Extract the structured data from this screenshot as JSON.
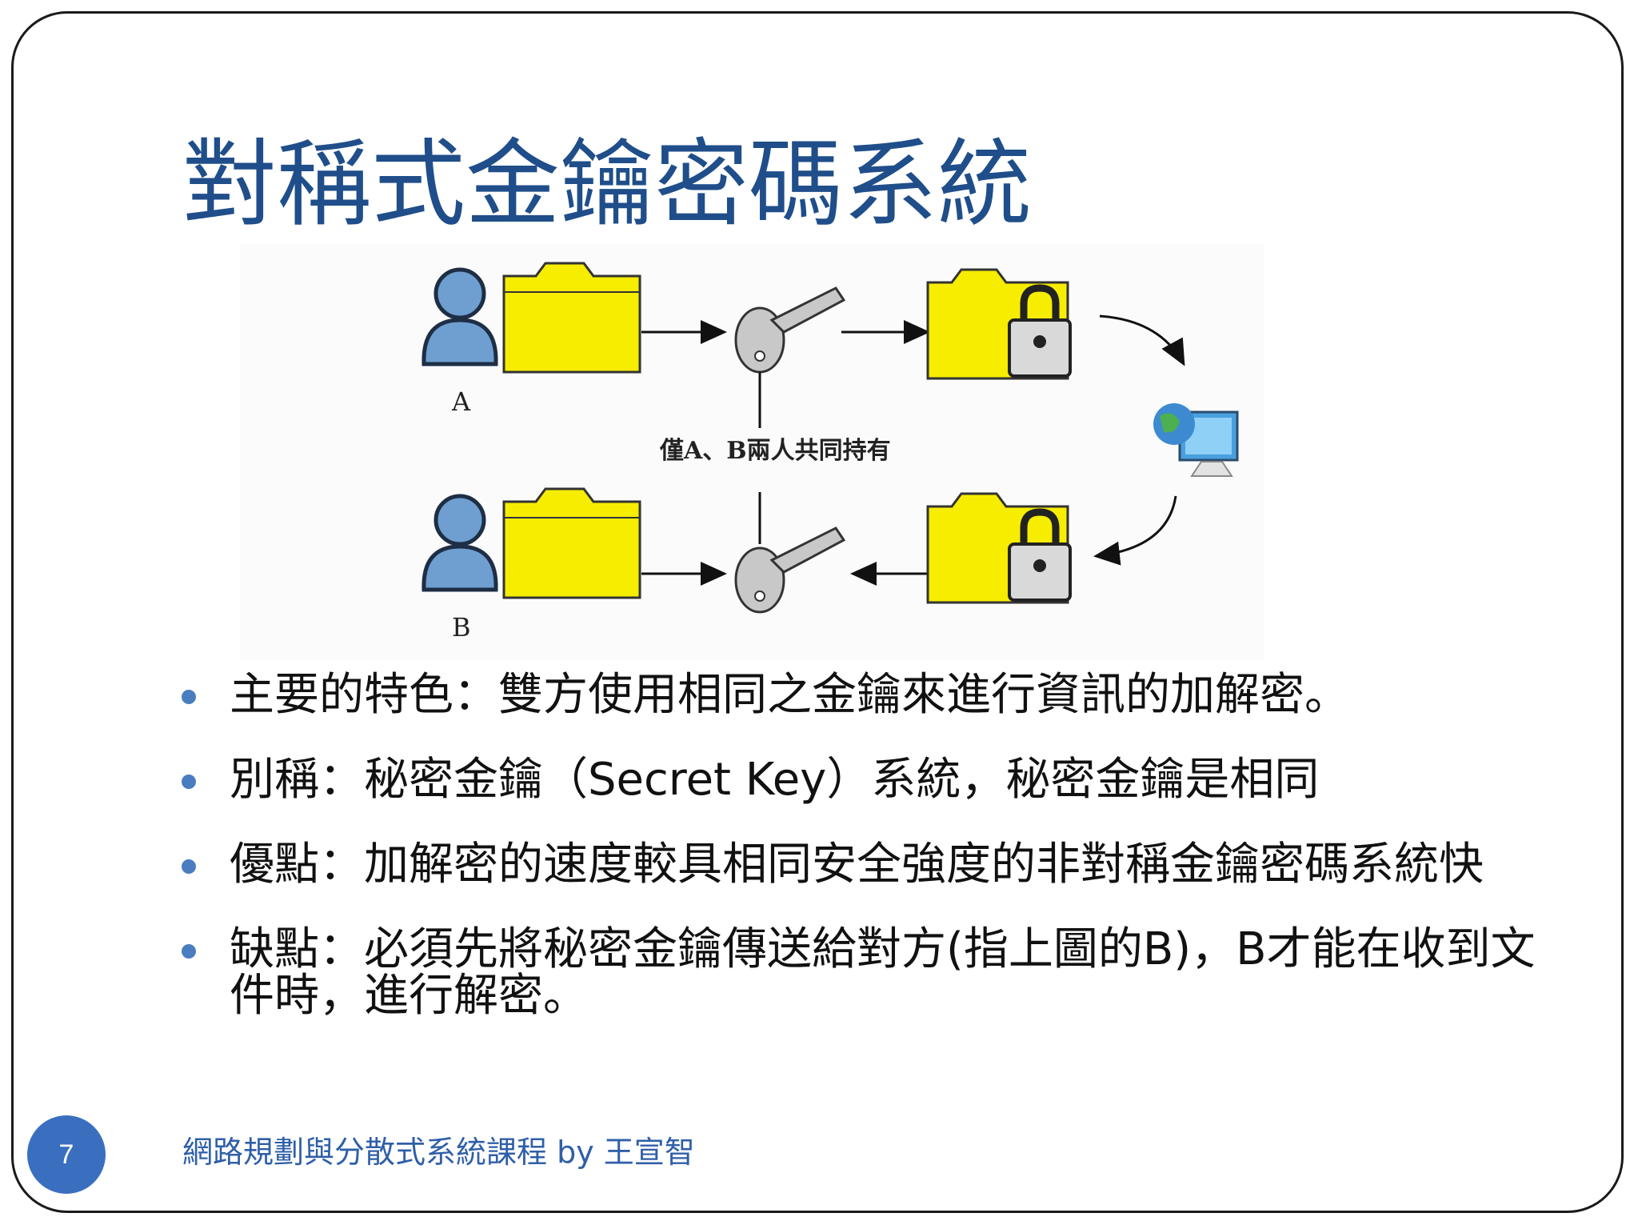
{
  "slide": {
    "title": "對稱式金鑰密碼系統",
    "page_number": "7",
    "footer": "網路規劃與分散式系統課程  by 王宣智"
  },
  "diagram": {
    "label_a": "A",
    "label_b": "B",
    "shared_caption": "僅A、B兩人共同持有",
    "icons": [
      "user-icon",
      "folder-icon",
      "key-icon",
      "locked-folder-icon",
      "network-computer-icon"
    ]
  },
  "bullets": [
    "主要的特色：雙方使用相同之金鑰來進行資訊的加解密。",
    "別稱：秘密金鑰（Secret Key）系統，秘密金鑰是相同",
    "優點：加解密的速度較具相同安全強度的非對稱金鑰密碼系統快",
    "缺點：必須先將秘密金鑰傳送給對方(指上圖的B)，B才能在收到文件時，進行解密。"
  ]
}
